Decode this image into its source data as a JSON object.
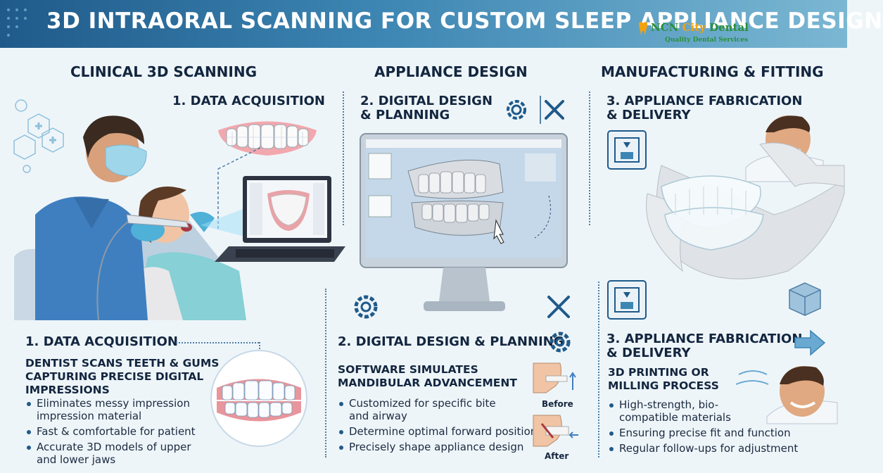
{
  "header": {
    "title": "3D INTRAORAL SCANNING FOR CUSTOM SLEEP APPLIANCE DESIGN"
  },
  "brand": {
    "name_part1": "NCN ",
    "name_part2": "City",
    "name_part3": " Dental",
    "tagline": "Quality Dental Services"
  },
  "columns": [
    {
      "heading": "CLINICAL 3D SCANNING",
      "top_step": "1. DATA ACQUISITION",
      "bottom_step": "1. DATA ACQUISITION",
      "subheading_lines": [
        "DENTIST SCANS TEETH & GUMS",
        "CAPTURING PRECISE DIGITAL",
        "IMPRESSIONS"
      ],
      "bullets": [
        [
          "Eliminates messy impression",
          "impression material"
        ],
        [
          "Fast & comfortable for patient"
        ],
        [
          "Accurate 3D models of upper",
          "and lower jaws"
        ]
      ]
    },
    {
      "heading": "APPLIANCE DESIGN",
      "top_step_lines": [
        "2. DIGITAL DESIGN",
        "& PLANNING"
      ],
      "bottom_step": "2. DIGITAL DESIGN & PLANNING",
      "subheading_lines": [
        "SOFTWARE SIMULATES",
        "MANDIBULAR ADVANCEMENT"
      ],
      "bullets": [
        [
          "Customized for specific bite",
          "and airway"
        ],
        [
          "Determine optimal forward position"
        ],
        [
          "Precisely shape appliance design"
        ]
      ],
      "before_label": "Before",
      "after_label": "After"
    },
    {
      "heading": "MANUFACTURING & FITTING",
      "top_step_lines": [
        "3. APPLIANCE FABRICATION",
        "& DELIVERY"
      ],
      "bottom_step_lines": [
        "3. APPLIANCE FABRICATION",
        "& DELIVERY"
      ],
      "subheading_lines": [
        "3D PRINTING OR",
        "MILLING PROCESS"
      ],
      "bullets": [
        [
          "High-strength, bio-",
          "compatible materials"
        ],
        [
          "Ensuring precise fit and function"
        ],
        [
          "Regular follow-ups for adjustment"
        ]
      ]
    }
  ],
  "colors": {
    "header": "#1f5a8a",
    "accent": "#3d86b3",
    "scrub": "#3f7fc0",
    "glove": "#4fb0d8"
  }
}
